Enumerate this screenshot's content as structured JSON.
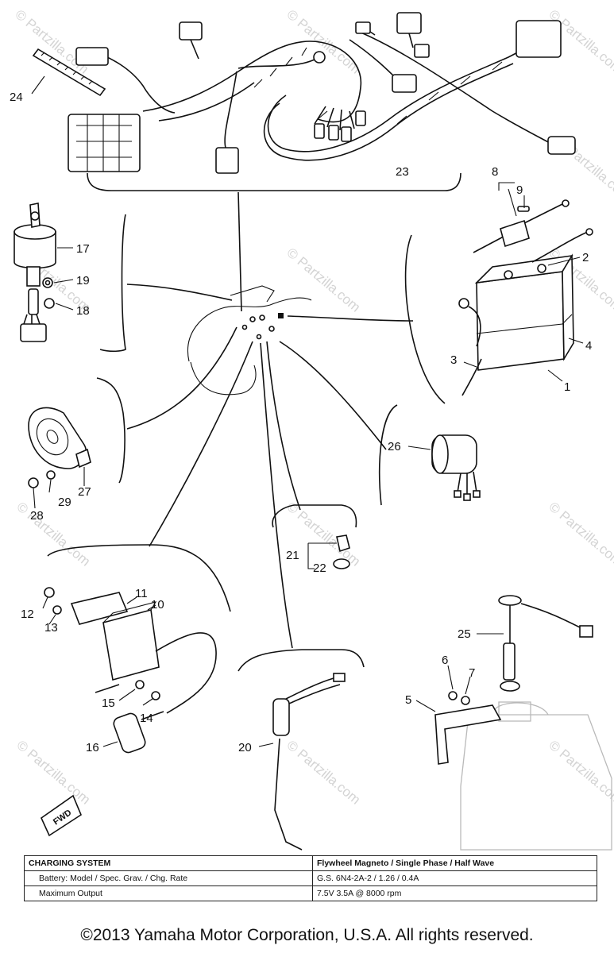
{
  "watermarks": [
    "© Partzilla.com",
    "© Partzilla.com",
    "© Partzilla.com",
    "© Partzilla.com",
    "© Partzilla.com",
    "© Partzilla.com",
    "© Partzilla.com",
    "© Partzilla.com",
    "© Partzilla.com",
    "© Partzilla.com",
    "© Partzilla.com",
    "© Partzilla.com",
    "© Partzilla.com"
  ],
  "callouts": [
    "24",
    "23",
    "8",
    "9",
    "2",
    "4",
    "3",
    "1",
    "17",
    "19",
    "18",
    "26",
    "27",
    "29",
    "28",
    "21",
    "22",
    "11",
    "10",
    "12",
    "13",
    "25",
    "6",
    "7",
    "5",
    "15",
    "14",
    "16",
    "20"
  ],
  "fwd_label": "FWD",
  "spec_table": {
    "header": [
      "CHARGING SYSTEM",
      "Flywheel Magneto / Single Phase / Half Wave"
    ],
    "rows": [
      [
        "Battery: Model / Spec. Grav. / Chg. Rate",
        "G.S. 6N4-2A-2 / 1.26 / 0.4A"
      ],
      [
        "Maximum Output",
        "7.5V 3.5A @ 8000 rpm"
      ]
    ]
  },
  "copyright": "©2013 Yamaha Motor Corporation, U.S.A. All rights reserved.",
  "colors": {
    "ink": "#111111",
    "watermark": "#d4d4d4",
    "background": "#ffffff"
  }
}
